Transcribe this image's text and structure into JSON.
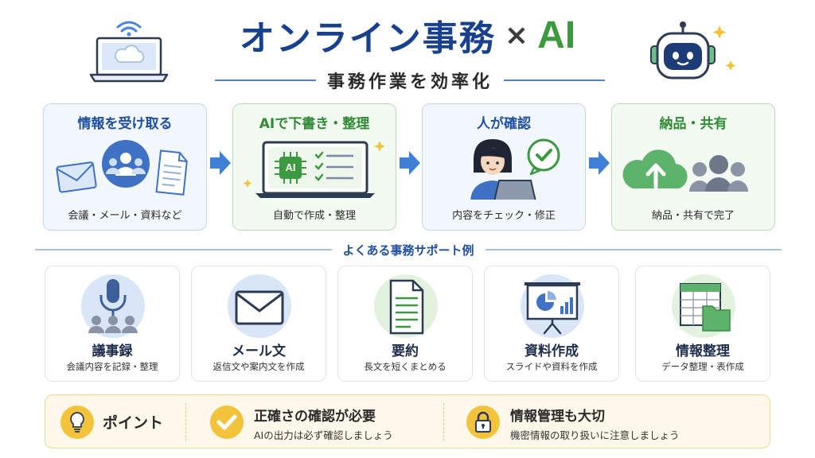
{
  "header": {
    "title": "オンライン事務",
    "times": "×",
    "title_ai": "AI",
    "subtitle": "事務作業を効率化"
  },
  "steps": [
    {
      "title": "情報を受け取る",
      "desc": "会議・メール・資料など",
      "icon": "inbox-icon"
    },
    {
      "title": "AIで下書き・整理",
      "desc": "自動で作成・整理",
      "icon": "ai-laptop-icon",
      "chip": "AI"
    },
    {
      "title": "人が確認",
      "desc": "内容をチェック・修正",
      "icon": "person-review-icon"
    },
    {
      "title": "納品・共有",
      "desc": "納品・共有で完了",
      "icon": "upload-share-icon"
    }
  ],
  "section": {
    "title": "よくある事務サポート例"
  },
  "cards": [
    {
      "title": "議事録",
      "desc": "会議内容を記録・整理",
      "icon": "microphone-icon"
    },
    {
      "title": "メール文",
      "desc": "返信文や案内文を作成",
      "icon": "envelope-icon"
    },
    {
      "title": "要約",
      "desc": "長文を短くまとめる",
      "icon": "document-icon"
    },
    {
      "title": "資料作成",
      "desc": "スライドや資料を作成",
      "icon": "presentation-icon"
    },
    {
      "title": "情報整理",
      "desc": "データ整理・表作成",
      "icon": "spreadsheet-folder-icon"
    }
  ],
  "point": {
    "label": "ポイント",
    "items": [
      {
        "title": "正確さの確認が必要",
        "desc": "AIの出力は必ず確認しましょう",
        "icon": "check-icon"
      },
      {
        "title": "情報管理も大切",
        "desc": "機密情報の取り扱いに注意しましょう",
        "icon": "lock-icon"
      }
    ]
  },
  "colors": {
    "primary_blue": "#17418f",
    "accent_green": "#3b9a3f",
    "arrow_blue": "#3f7fd6",
    "point_yellow": "#f3c33b"
  }
}
